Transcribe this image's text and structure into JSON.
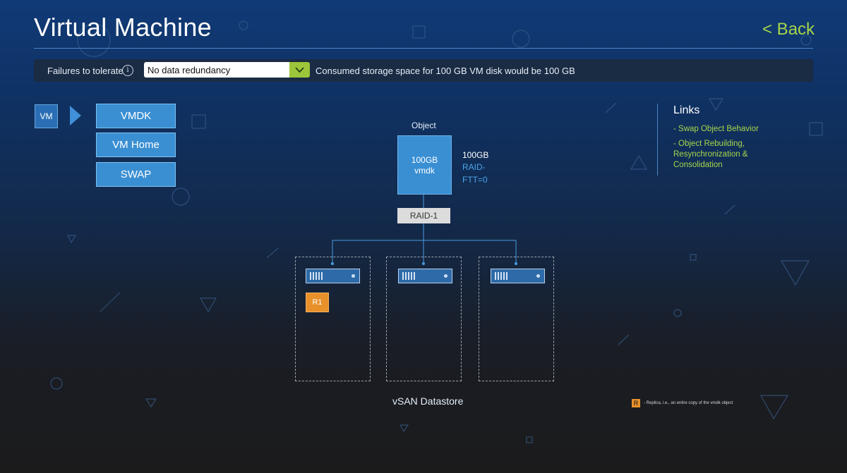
{
  "header": {
    "title": "Virtual Machine",
    "back_label": "< Back"
  },
  "ftt": {
    "label": "Failures to tolerate",
    "info_icon": "info-icon",
    "selected": "No data redundancy",
    "consumed_text": "Consumed storage space for 100 GB VM disk would be 100 GB",
    "accent": "#9dc63a"
  },
  "vm": {
    "label": "VM",
    "components": [
      "VMDK",
      "VM Home",
      "SWAP"
    ]
  },
  "object": {
    "label": "Object",
    "box_line1": "100GB",
    "box_line2": "vmdk",
    "size": "100GB",
    "raid": "RAID-",
    "ftt": "FTT=0",
    "raid_node": "RAID-1"
  },
  "datastore": {
    "replica_label": "R1",
    "name": "vSAN Datastore"
  },
  "links": {
    "title": "Links",
    "items": [
      "- Swap Object Behavior",
      "- Object Rebuilding, Resynchronization & Consolidation"
    ]
  },
  "legend": {
    "symbol": "R",
    "text": "- Replica, i.e., an entire copy of the vmdk object"
  },
  "colors": {
    "accent_green": "#a6d64a",
    "blue": "#3a8fd3",
    "replica": "#e8902a"
  }
}
